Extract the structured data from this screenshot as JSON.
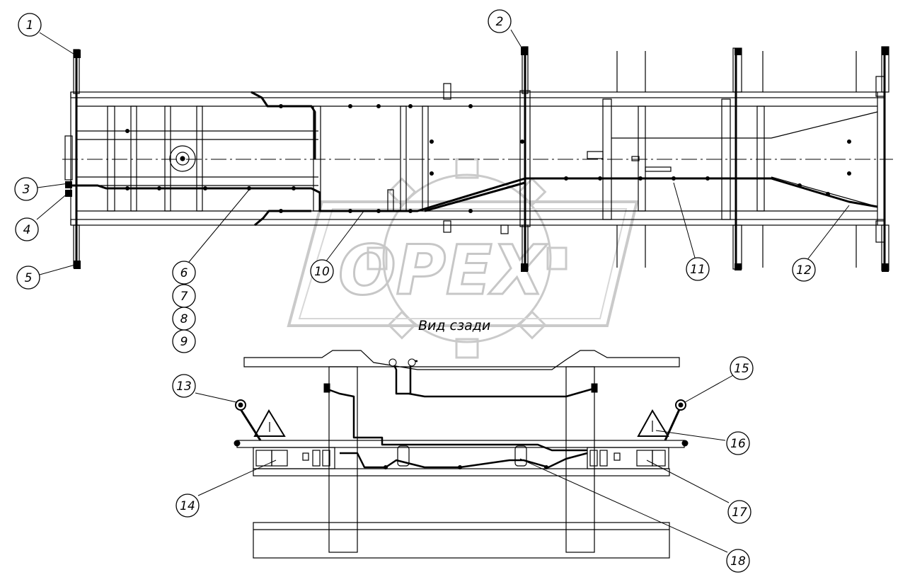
{
  "watermark": {
    "text": "OPEX",
    "color": "#c8c8c8"
  },
  "rear_view": {
    "title": "Вид сзади"
  },
  "callouts": [
    {
      "id": "c1",
      "label": "1"
    },
    {
      "id": "c2",
      "label": "2"
    },
    {
      "id": "c3",
      "label": "3"
    },
    {
      "id": "c4",
      "label": "4"
    },
    {
      "id": "c5",
      "label": "5"
    },
    {
      "id": "c6",
      "label": "6"
    },
    {
      "id": "c7",
      "label": "7"
    },
    {
      "id": "c8",
      "label": "8"
    },
    {
      "id": "c9",
      "label": "9"
    },
    {
      "id": "c10",
      "label": "10"
    },
    {
      "id": "c11",
      "label": "11"
    },
    {
      "id": "c12",
      "label": "12"
    },
    {
      "id": "c13",
      "label": "13"
    },
    {
      "id": "c14",
      "label": "14"
    },
    {
      "id": "c15",
      "label": "15"
    },
    {
      "id": "c16",
      "label": "16"
    },
    {
      "id": "c17",
      "label": "17"
    },
    {
      "id": "c18",
      "label": "18"
    }
  ]
}
